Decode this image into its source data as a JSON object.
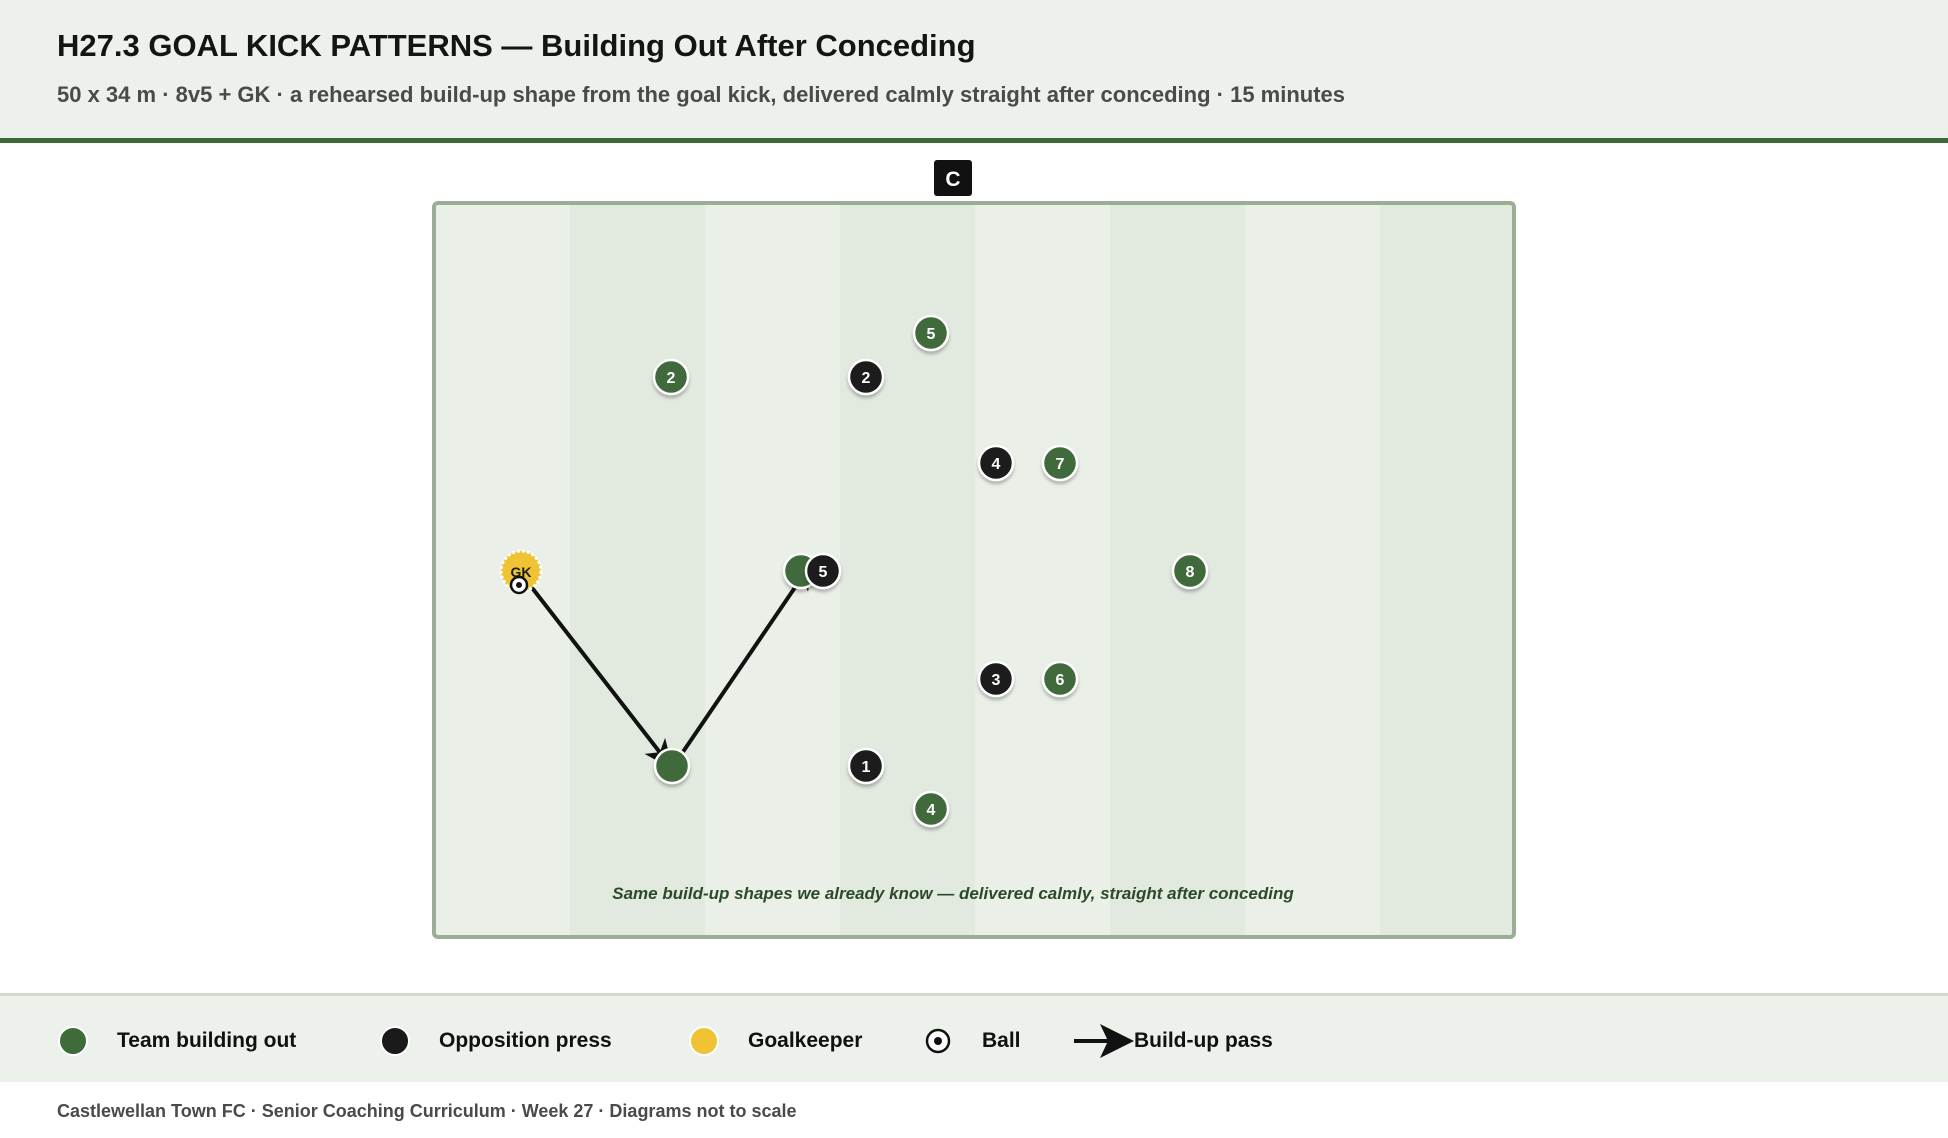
{
  "header": {
    "title": "H27.3 GOAL KICK PATTERNS — Building Out After Conceding",
    "subtitle": "50 x 34 m · 8v5 + GK · a rehearsed build-up shape from the goal kick, delivered calmly straight after conceding · 15 minutes"
  },
  "diagram": {
    "coach_label": "C",
    "note": "Same build-up shapes we already know — delivered calmly, straight after conceding",
    "goalkeeper_label": "GK",
    "team_building_out": [
      "2",
      "5",
      "7",
      "8",
      "6",
      "4",
      "",
      ""
    ],
    "opposition_press": [
      "2",
      "4",
      "5",
      "3",
      "1"
    ]
  },
  "colors": {
    "team": "#3f6b3b",
    "opposition": "#1a1a1a",
    "goalkeeper": "#efc334",
    "accent": "#3e6a3a",
    "pitch_light": "#eaefe8",
    "pitch_dark": "#e2e9df",
    "pitch_border": "#9aae96"
  },
  "legend": {
    "team": "Team building out",
    "opposition": "Opposition press",
    "goalkeeper": "Goalkeeper",
    "ball": "Ball",
    "pass": "Build-up pass"
  },
  "footer": "Castlewellan Town FC · Senior Coaching Curriculum · Week 27 · Diagrams not to scale"
}
